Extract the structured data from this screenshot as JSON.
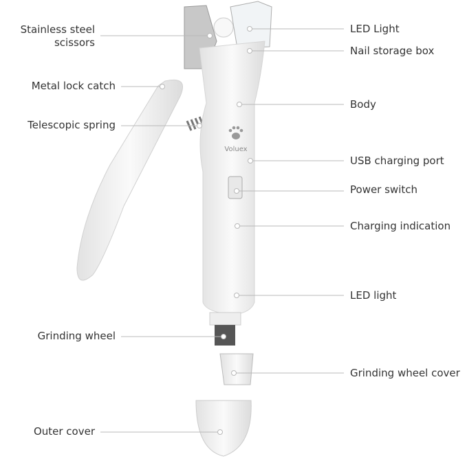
{
  "brand": "Voluex",
  "colors": {
    "line": "#b8b8b8",
    "body": "#f4f4f4",
    "text": "#333333"
  },
  "labels_left": [
    {
      "line1": "Stainless steel",
      "line2": "scissors"
    },
    {
      "line1": "Metal lock catch"
    },
    {
      "line1": "Telescopic spring"
    },
    {
      "line1": "Grinding wheel"
    },
    {
      "line1": "Outer cover"
    }
  ],
  "labels_right": [
    "LED Light",
    "Nail storage box",
    "Body",
    "USB charging port",
    "Power switch",
    "Charging indication",
    "LED light",
    "Grinding wheel cover"
  ]
}
